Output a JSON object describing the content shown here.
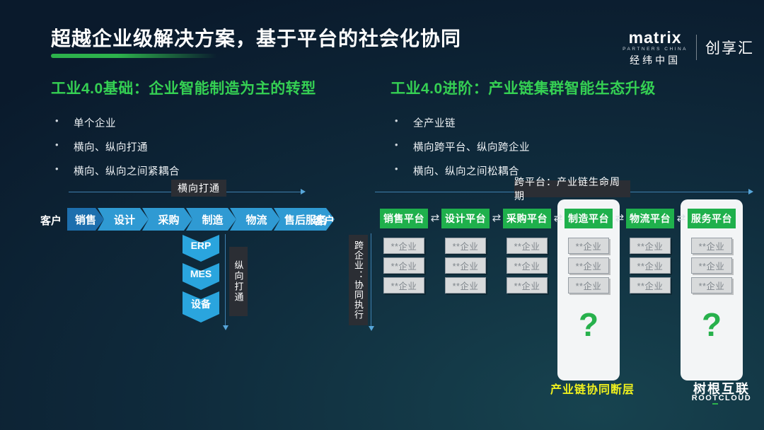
{
  "title": "超越企业级解决方案，基于平台的社会化协同",
  "logo": {
    "brand": "matrix",
    "sub": "PARTNERS CHINA",
    "cn": "经纬中国",
    "right": "创享汇"
  },
  "ui": {
    "bullet_char": "•",
    "swap_icon": "⇄"
  },
  "left_section": {
    "heading": "工业4.0基础：企业智能制造为主的转型",
    "bullets": [
      "单个企业",
      "横向、纵向打通",
      "横向、纵向之间紧耦合"
    ],
    "flow": {
      "label": "横向打通",
      "customer_start": "客户",
      "customer_end": "客户",
      "steps": [
        "销售",
        "设计",
        "采购",
        "制造",
        "物流",
        "售后服务"
      ],
      "vertical_label": "纵向打通",
      "vertical_steps": [
        "ERP",
        "MES",
        "设备"
      ]
    }
  },
  "right_section": {
    "heading": "工业4.0进阶：产业链集群智能生态升级",
    "bullets": [
      "全产业链",
      "横向跨平台、纵向跨企业",
      "横向、纵向之间松耦合"
    ],
    "flow": {
      "label": "跨平台：产业链生命周期",
      "side_label": "跨企业：协同执行",
      "platforms": [
        "销售平台",
        "设计平台",
        "采购平台",
        "制造平台",
        "物流平台",
        "服务平台"
      ],
      "enterprise_label": "**企业",
      "question_mark": "?",
      "gap_label": "产业链协同断层"
    }
  },
  "footer_logo": {
    "cn": "树根互联",
    "en": "ROOTCLOUD"
  },
  "colors": {
    "background_dark": "#0a1a2c",
    "background_light": "#17434f",
    "accent_green": "#2db24c",
    "heading_green": "#35d053",
    "platform_green": "#1fb04c",
    "chevron_blue": "#2f9ad3",
    "chevron_dark_blue": "#1d6fae",
    "vertical_chevron_blue": "#2aa5de",
    "badge_bg": "#2b2e34",
    "line_blue": "#3f7fae",
    "highlight_yellow": "#eff01e",
    "pillar_white": "#f3f5f6",
    "enterprise_gray": "#d8dadb"
  }
}
